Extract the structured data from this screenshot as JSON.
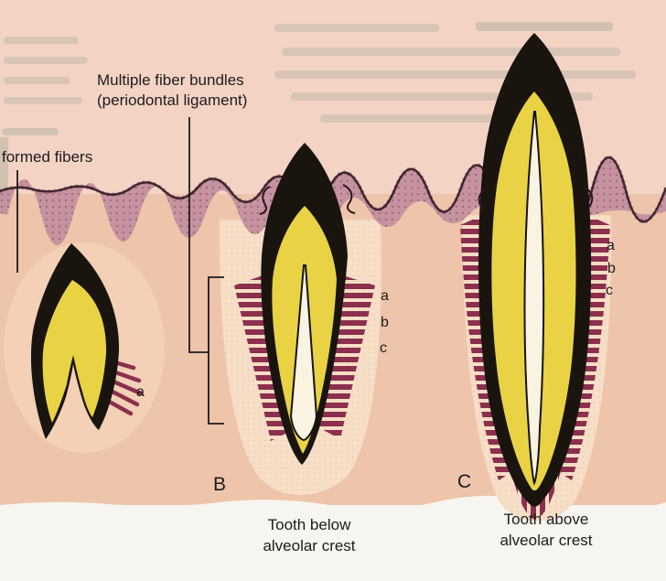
{
  "figure": {
    "annotations": {
      "fiber_bundles_label_line1": "Multiple fiber bundles",
      "fiber_bundles_label_line2": "(periodontal ligament)",
      "formed_fibers_label": "formed fibers",
      "marker_a": "a",
      "marker_b": "b",
      "marker_c": "c",
      "panel_b_letter": "B",
      "panel_c_letter": "C"
    },
    "captions": {
      "tooth_b_line1": "Tooth below",
      "tooth_b_line2": "alveolar crest",
      "tooth_c_line1": "Tooth above",
      "tooth_c_line2": "alveolar crest"
    },
    "colors": {
      "tooth_outline_black": "#1a140f",
      "dentin_yellow": "#e9d345",
      "fiber_maroon": "#8c2f4e",
      "gum_band_pink": "#c792a0",
      "gum_band_edge": "#40242f",
      "tissue_upper_pink": "#f3d3c4",
      "tissue_lower_pink": "#eec4aa",
      "socket_light": "#f6dfc6",
      "root_canal_cream": "#faf3e1",
      "page_white": "#f7f5ef"
    }
  }
}
